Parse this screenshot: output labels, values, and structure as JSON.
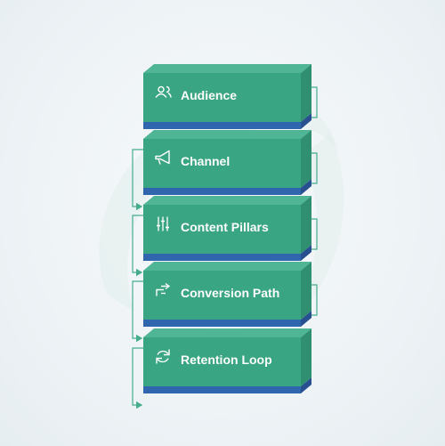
{
  "diagram": {
    "blocks": [
      {
        "id": "audience",
        "label": "Audience",
        "icon": "users-icon"
      },
      {
        "id": "channel",
        "label": "Channel",
        "icon": "megaphone-icon"
      },
      {
        "id": "content-pillars",
        "label": "Content Pillars",
        "icon": "sliders-icon"
      },
      {
        "id": "conversion-path",
        "label": "Conversion Path",
        "icon": "arrow-path-icon"
      },
      {
        "id": "retention-loop",
        "label": "Retention Loop",
        "icon": "refresh-icon"
      }
    ]
  },
  "colors": {
    "block_top": "#4fb595",
    "block_front": "#3aa582",
    "block_side": "#2f8f70",
    "block_base": "#2f66ad",
    "block_base_side": "#284f8f",
    "label_text": "#ffffff",
    "connector": "#45ad8b",
    "flow_arrow": "#4f8e95",
    "background_swoosh": "#d9ece5"
  }
}
